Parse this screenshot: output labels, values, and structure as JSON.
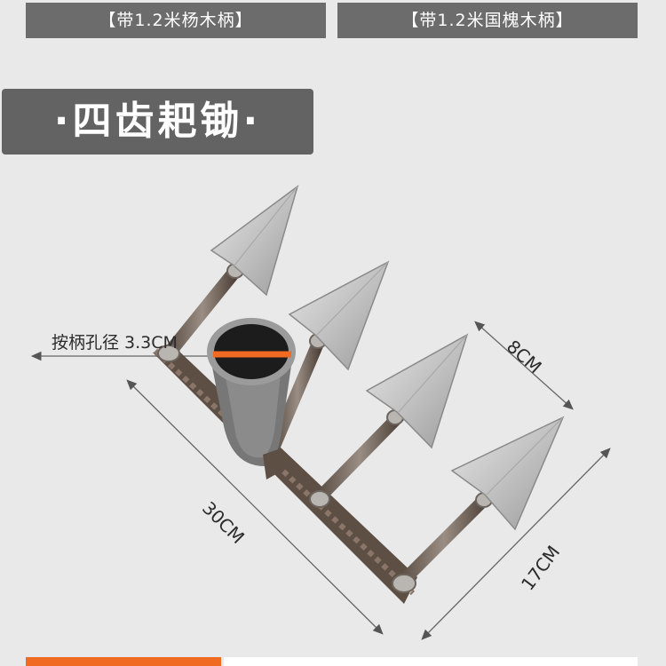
{
  "top_tabs": {
    "left": "【带1.2米杨木柄】",
    "right": "【带1.2米国槐木柄】"
  },
  "title": "·四齿耙锄·",
  "dimensions": {
    "hole_diameter": "按柄孔径 3.3CM",
    "tooth_length": "8CM",
    "head_width": "30CM",
    "tine_length": "17CM"
  },
  "colors": {
    "banner_bg": "#636363",
    "tab_bg": "#6c6c6c",
    "accent_orange": "#f06a22",
    "metal": "#c7c7c7",
    "rust": "#6a5a4e"
  }
}
